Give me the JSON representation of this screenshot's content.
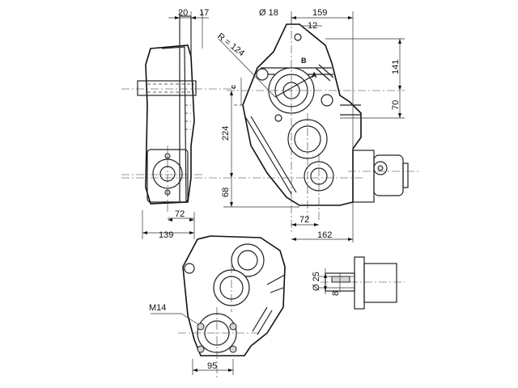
{
  "dimensions": {
    "d20": "20",
    "d17": "17",
    "phi18": "Ø 18",
    "d159": "159",
    "d12": "12",
    "radius": "R = 124",
    "labelB": "B",
    "labelA": "A",
    "labelC": "c",
    "d141": "141",
    "d70": "70",
    "d224": "224",
    "d68": "68",
    "d72a": "72",
    "d139": "139",
    "d72b": "72",
    "d162": "162",
    "phi25": "Ø 25",
    "d8": "8",
    "m14": "M14",
    "d95": "95"
  }
}
